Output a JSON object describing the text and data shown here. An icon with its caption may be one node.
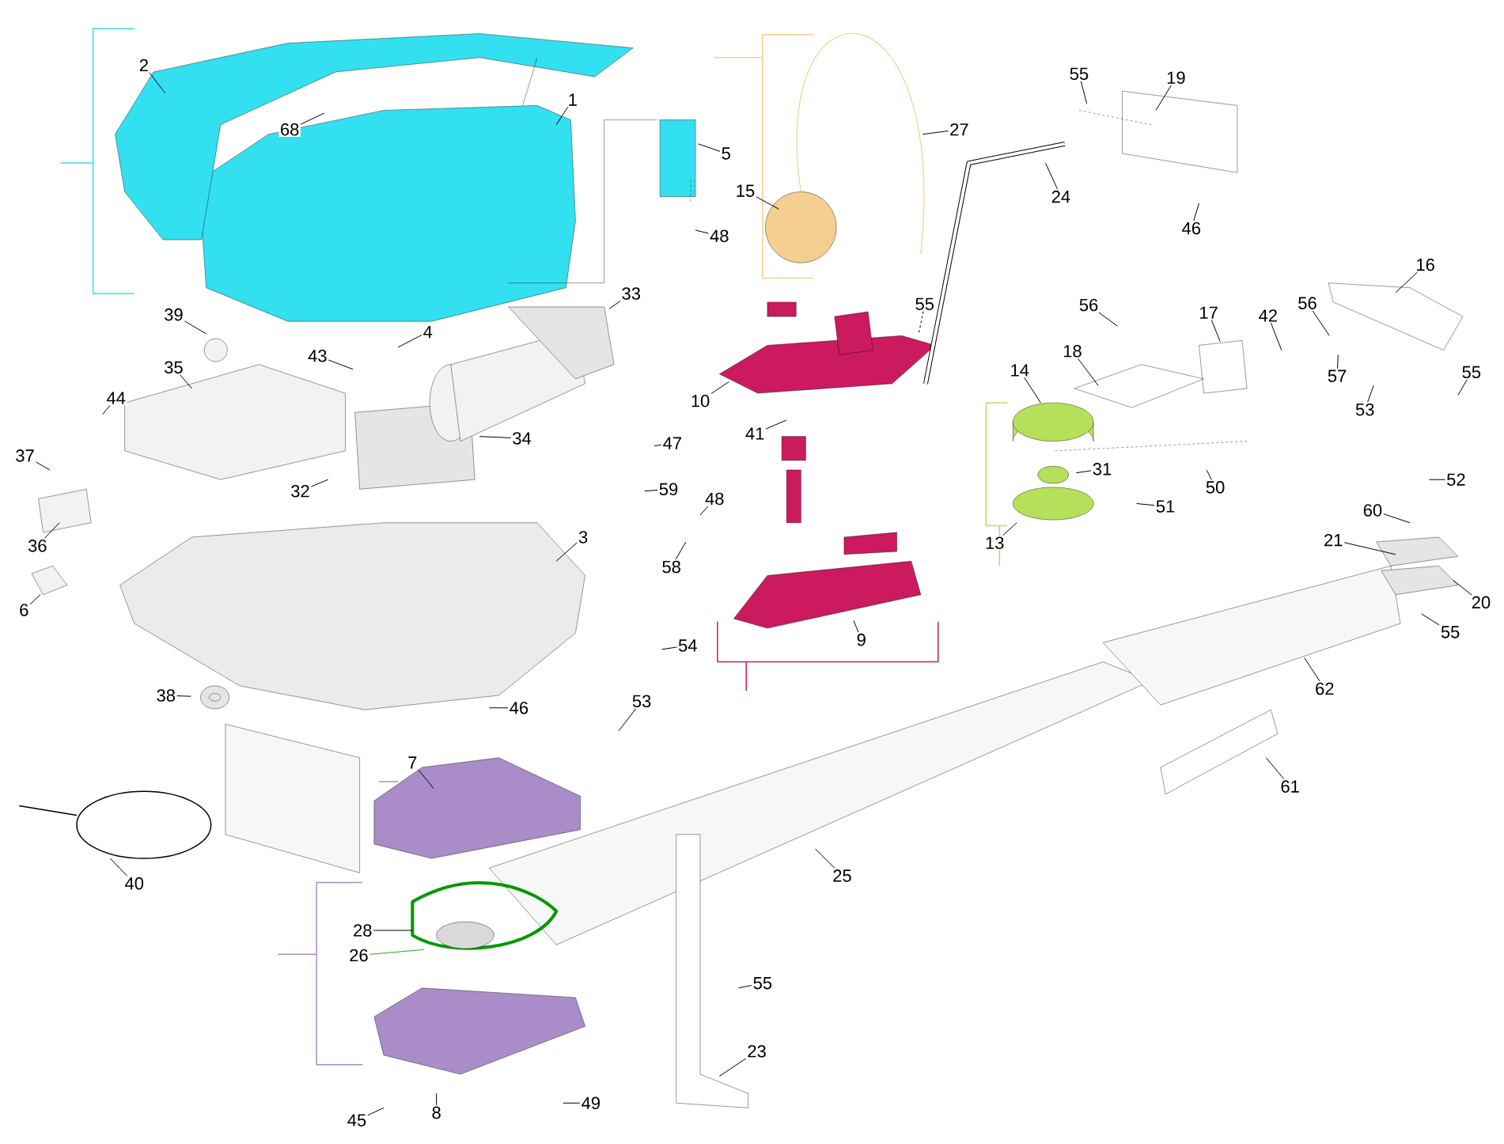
{
  "diagram": {
    "nodes": [
      {
        "text": [
          "2"
        ]
      },
      {
        "text": [
          "68"
        ]
      },
      {
        "text": [
          "1"
        ]
      },
      {
        "text": [
          "5"
        ]
      },
      {
        "text": [
          "48"
        ]
      },
      {
        "text": [
          "27"
        ]
      },
      {
        "text": [
          "15"
        ]
      },
      {
        "text": [
          "55"
        ]
      },
      {
        "text": [
          "19"
        ]
      },
      {
        "text": [
          "24"
        ]
      },
      {
        "text": [
          "46"
        ]
      },
      {
        "text": [
          "33"
        ]
      },
      {
        "text": [
          "39"
        ]
      },
      {
        "text": [
          "55"
        ]
      },
      {
        "text": [
          "43"
        ]
      },
      {
        "text": [
          "4"
        ]
      },
      {
        "text": [
          "35"
        ]
      },
      {
        "text": [
          "56"
        ]
      },
      {
        "text": [
          "17"
        ]
      },
      {
        "text": [
          "42"
        ]
      },
      {
        "text": [
          "56"
        ]
      },
      {
        "text": [
          "16"
        ]
      },
      {
        "text": [
          "14"
        ]
      },
      {
        "text": [
          "18"
        ]
      },
      {
        "text": [
          "57"
        ]
      },
      {
        "text": [
          "55"
        ]
      },
      {
        "text": [
          "53"
        ]
      },
      {
        "text": [
          "10"
        ]
      },
      {
        "text": [
          "41"
        ]
      },
      {
        "text": [
          "44"
        ]
      },
      {
        "text": [
          "37"
        ]
      },
      {
        "text": [
          "34"
        ]
      },
      {
        "text": [
          "47"
        ]
      },
      {
        "text": [
          "32"
        ]
      },
      {
        "text": [
          "59"
        ]
      },
      {
        "text": [
          "31"
        ]
      },
      {
        "text": [
          "50"
        ]
      },
      {
        "text": [
          "51"
        ]
      },
      {
        "text": [
          "52"
        ]
      },
      {
        "text": [
          "60"
        ]
      },
      {
        "text": [
          "48"
        ]
      },
      {
        "text": [
          "58"
        ]
      },
      {
        "text": [
          "36"
        ]
      },
      {
        "text": [
          "3"
        ]
      },
      {
        "text": [
          "13"
        ]
      },
      {
        "text": [
          "21"
        ]
      },
      {
        "text": [
          "20"
        ]
      },
      {
        "text": [
          "6"
        ]
      },
      {
        "text": [
          "9"
        ]
      },
      {
        "text": [
          "55"
        ]
      },
      {
        "text": [
          "54"
        ]
      },
      {
        "text": [
          "62"
        ]
      },
      {
        "text": [
          "38"
        ]
      },
      {
        "text": [
          "46"
        ]
      },
      {
        "text": [
          "53"
        ]
      },
      {
        "text": [
          "7"
        ]
      },
      {
        "text": [
          "61"
        ]
      },
      {
        "text": [
          "40"
        ]
      },
      {
        "text": [
          "25"
        ]
      },
      {
        "text": [
          "28"
        ]
      },
      {
        "text": [
          "26"
        ]
      },
      {
        "text": [
          "55"
        ]
      },
      {
        "text": [
          "23"
        ]
      },
      {
        "text": [
          "45"
        ]
      },
      {
        "text": [
          "8"
        ]
      },
      {
        "text": [
          "49"
        ]
      }
    ],
    "edges": [
      {
        "from": 0,
        "to": null,
        "arrow": "none"
      },
      {
        "from": 1,
        "to": null,
        "arrow": "none"
      },
      {
        "from": 2,
        "to": null,
        "arrow": "none"
      },
      {
        "from": 3,
        "to": null,
        "arrow": "none"
      },
      {
        "from": 4,
        "to": null,
        "arrow": "none"
      },
      {
        "from": 5,
        "to": null,
        "arrow": "none"
      },
      {
        "from": 6,
        "to": null,
        "arrow": "none"
      },
      {
        "from": 7,
        "to": null,
        "arrow": "none"
      },
      {
        "from": 8,
        "to": null,
        "arrow": "none"
      },
      {
        "from": 9,
        "to": null,
        "arrow": "none"
      },
      {
        "from": 10,
        "to": null,
        "arrow": "none"
      },
      {
        "from": 11,
        "to": null,
        "arrow": "none"
      },
      {
        "from": 12,
        "to": null,
        "arrow": "none"
      },
      {
        "from": 13,
        "to": null,
        "arrow": "none",
        "style": "dashed"
      },
      {
        "from": 14,
        "to": null,
        "arrow": "none"
      },
      {
        "from": 15,
        "to": null,
        "arrow": "none"
      },
      {
        "from": 16,
        "to": null,
        "arrow": "none"
      },
      {
        "from": 17,
        "to": null,
        "arrow": "none"
      },
      {
        "from": 18,
        "to": null,
        "arrow": "none"
      },
      {
        "from": 19,
        "to": null,
        "arrow": "none"
      },
      {
        "from": 20,
        "to": null,
        "arrow": "none"
      },
      {
        "from": 21,
        "to": null,
        "arrow": "none"
      },
      {
        "from": 22,
        "to": null,
        "arrow": "none"
      },
      {
        "from": 23,
        "to": null,
        "arrow": "none"
      },
      {
        "from": 24,
        "to": null,
        "arrow": "none"
      },
      {
        "from": 25,
        "to": null,
        "arrow": "none"
      },
      {
        "from": 26,
        "to": null,
        "arrow": "none"
      },
      {
        "from": 27,
        "to": null,
        "arrow": "none"
      },
      {
        "from": 28,
        "to": null,
        "arrow": "none"
      },
      {
        "from": 29,
        "to": null,
        "arrow": "none"
      },
      {
        "from": 30,
        "to": null,
        "arrow": "none"
      },
      {
        "from": 31,
        "to": null,
        "arrow": "none"
      },
      {
        "from": 32,
        "to": null,
        "arrow": "none"
      },
      {
        "from": 33,
        "to": null,
        "arrow": "none"
      },
      {
        "from": 34,
        "to": null,
        "arrow": "none"
      },
      {
        "from": 35,
        "to": null,
        "arrow": "none"
      },
      {
        "from": 36,
        "to": null,
        "arrow": "none"
      },
      {
        "from": 37,
        "to": null,
        "arrow": "none"
      },
      {
        "from": 38,
        "to": null,
        "arrow": "none"
      },
      {
        "from": 39,
        "to": null,
        "arrow": "none"
      },
      {
        "from": 40,
        "to": null,
        "arrow": "none"
      },
      {
        "from": 41,
        "to": null,
        "arrow": "none"
      },
      {
        "from": 42,
        "to": null,
        "arrow": "none"
      },
      {
        "from": 43,
        "to": null,
        "arrow": "none"
      },
      {
        "from": 44,
        "to": null,
        "arrow": "none"
      },
      {
        "from": 45,
        "to": null,
        "arrow": "none"
      },
      {
        "from": 46,
        "to": null,
        "arrow": "none"
      },
      {
        "from": 47,
        "to": null,
        "arrow": "none"
      },
      {
        "from": 48,
        "to": null,
        "arrow": "none"
      },
      {
        "from": 49,
        "to": null,
        "arrow": "none"
      },
      {
        "from": 50,
        "to": null,
        "arrow": "none"
      },
      {
        "from": 51,
        "to": null,
        "arrow": "none"
      },
      {
        "from": 52,
        "to": null,
        "arrow": "none"
      },
      {
        "from": 53,
        "to": null,
        "arrow": "none"
      },
      {
        "from": 54,
        "to": null,
        "arrow": "none"
      },
      {
        "from": 55,
        "to": null,
        "arrow": "none"
      },
      {
        "from": 56,
        "to": null,
        "arrow": "none"
      },
      {
        "from": 57,
        "to": null,
        "arrow": "none"
      },
      {
        "from": 58,
        "to": null,
        "arrow": "none"
      },
      {
        "from": 59,
        "to": null,
        "arrow": "none"
      },
      {
        "from": 60,
        "to": null,
        "arrow": "none",
        "color": "#22aa22"
      },
      {
        "from": 61,
        "to": null,
        "arrow": "none"
      },
      {
        "from": 62,
        "to": null,
        "arrow": "none"
      },
      {
        "from": 63,
        "to": null,
        "arrow": "none"
      },
      {
        "from": 64,
        "to": null,
        "arrow": "none"
      },
      {
        "from": 65,
        "to": null,
        "arrow": "none"
      }
    ]
  }
}
